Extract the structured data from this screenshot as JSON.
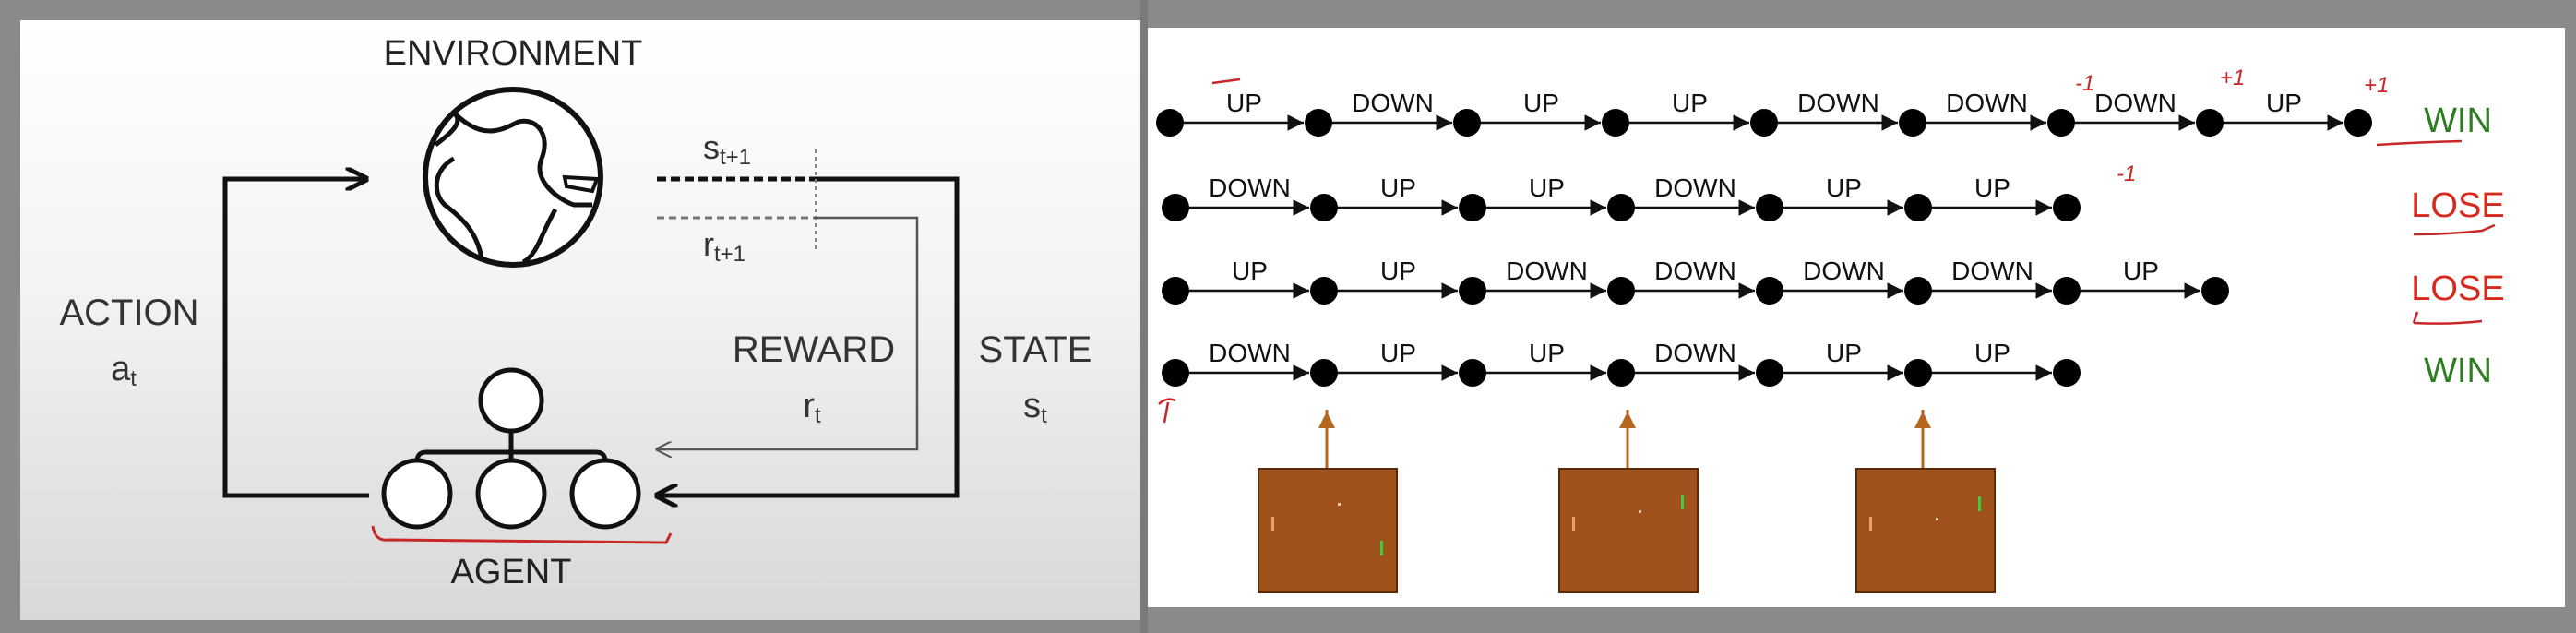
{
  "rl_diagram": {
    "environment_label": "ENVIRONMENT",
    "agent_label": "AGENT",
    "action_label": "ACTION",
    "action_symbol": "a",
    "action_sub": "t",
    "reward_label": "REWARD",
    "reward_symbol": "r",
    "reward_sub": "t",
    "state_label": "STATE",
    "state_symbol": "s",
    "state_sub": "t",
    "next_state_symbol": "s",
    "next_state_sub": "t+1",
    "next_reward_symbol": "r",
    "next_reward_sub": "t+1"
  },
  "episodes": [
    {
      "actions": [
        "UP",
        "DOWN",
        "UP",
        "UP",
        "DOWN",
        "DOWN",
        "DOWN",
        "UP"
      ],
      "outcome": "WIN",
      "outcome_color": "#2e7d22"
    },
    {
      "actions": [
        "DOWN",
        "UP",
        "UP",
        "DOWN",
        "UP",
        "UP"
      ],
      "outcome": "LOSE",
      "outcome_color": "#d62a1e"
    },
    {
      "actions": [
        "UP",
        "UP",
        "DOWN",
        "DOWN",
        "DOWN",
        "DOWN",
        "UP"
      ],
      "outcome": "LOSE",
      "outcome_color": "#d62a1e"
    },
    {
      "actions": [
        "DOWN",
        "UP",
        "UP",
        "DOWN",
        "UP",
        "UP"
      ],
      "outcome": "WIN",
      "outcome_color": "#2e7d22"
    }
  ],
  "annotations": {
    "reward_marks": [
      "-1",
      "+1",
      "+1",
      "-1"
    ],
    "annotation_color": "#c62828"
  },
  "colors": {
    "arrow_orange": "#b5661f",
    "pong_brown": "#a0521c",
    "paddle_green": "#3ecf3e",
    "paddle_orange": "#f0a060"
  }
}
